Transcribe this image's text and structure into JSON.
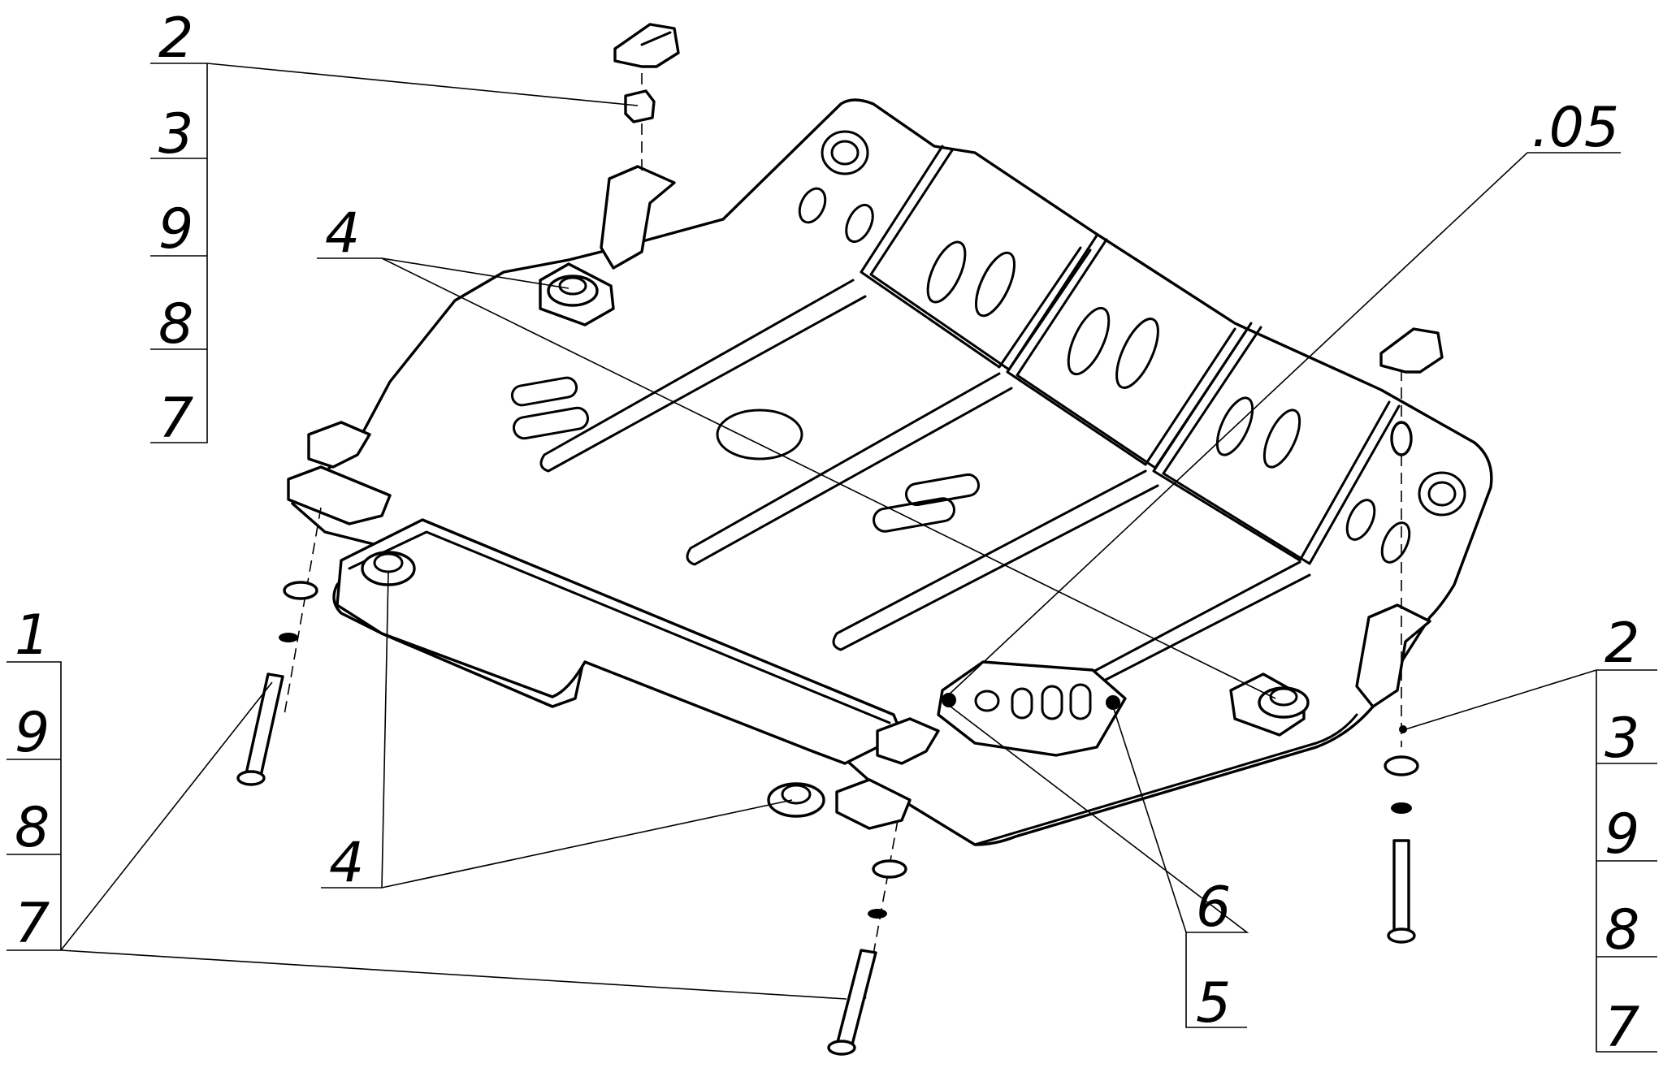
{
  "callouts": {
    "top_left_stack": [
      "2",
      "3",
      "9",
      "8",
      "7"
    ],
    "right_stack": [
      "2",
      "3",
      "9",
      "8",
      "7"
    ],
    "left_bottom_stack": [
      "1",
      "9",
      "8",
      "7"
    ],
    "label_4_top": "4",
    "label_4_bottom": "4",
    "label_05": ".05",
    "label_6": "6",
    "label_5": "5"
  },
  "colors": {
    "line": "#000000",
    "background": "#ffffff"
  }
}
